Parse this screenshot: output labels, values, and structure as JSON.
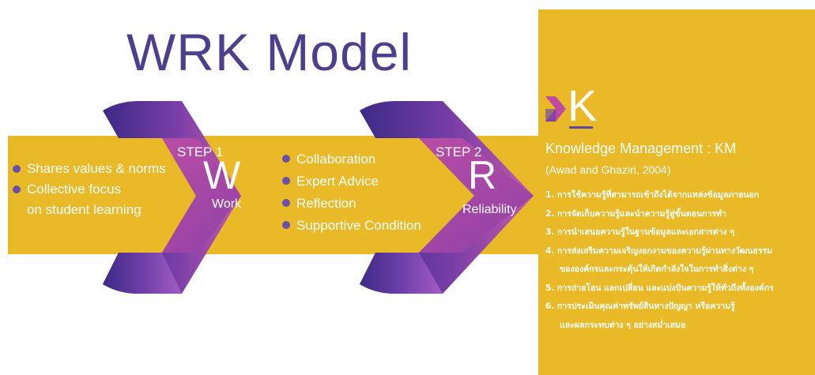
{
  "title": "WRK Model",
  "steps": [
    {
      "step_label": "STEP 1",
      "letter": "W",
      "name": "Work"
    },
    {
      "step_label": "STEP 2",
      "letter": "R",
      "name": "Reliability"
    }
  ],
  "left_items": [
    "Shares values & norms",
    "Collective focus",
    "on student learning"
  ],
  "middle_items": [
    "Collaboration",
    "Expert Advice",
    "Reflection",
    "Supportive Condition"
  ],
  "k_panel": {
    "letter": "K",
    "title": "Knowledge Management : KM",
    "citation": "(Awad and Ghaziri, 2004)",
    "items": [
      "1. การใช้ความรู้ที่สามารถเข้าถึงได้จากแหล่งข้อมูลภายนอก",
      "2. การจัดเก็บความรู้และนำความรู้สู่ขั้นตอนการทำ",
      "3. การนำเสนอความรู้ในฐานข้อมูลและเอกสารต่าง ๆ",
      "4. การส่งเสริมความเจริญงอกงามของความรู้ผ่านทางวัฒนธรรม",
      "ขององค์กรและกระตุ้นให้เกิดกำลังใจในการทำสิ่งต่าง ๆ",
      "5. การถ่ายโอน แลกเปลี่ยน และแบ่งปันความรู้ให้ทั่วถึงทั้งองค์กร",
      "6. การประเมินคุณค่าทรัพย์สินทางปัญญา หรือความรู้",
      "และผลกระทบต่าง ๆ อย่างสม่ำเสมอ"
    ]
  },
  "colors": {
    "gold": "#e9b927",
    "purple_dark": "#4b3f8e",
    "purple": "#7b3fa8",
    "magenta": "#c04aa0"
  }
}
